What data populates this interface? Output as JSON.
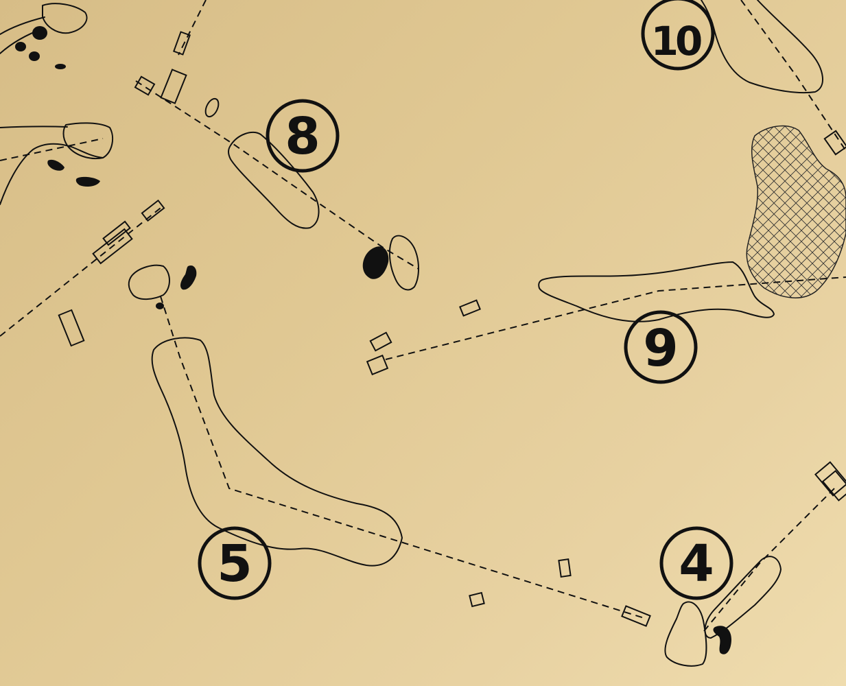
{
  "map": {
    "colors": {
      "paper": "#e0c893",
      "ink": "#111111"
    },
    "holes": [
      {
        "number": "10"
      },
      {
        "number": "8"
      },
      {
        "number": "9"
      },
      {
        "number": "5"
      },
      {
        "number": "4"
      }
    ],
    "features": [
      "fairway-outline",
      "green-outline",
      "tee-box",
      "sand-bunker",
      "dashed-route-line",
      "crosshatched-hazard-area"
    ]
  }
}
